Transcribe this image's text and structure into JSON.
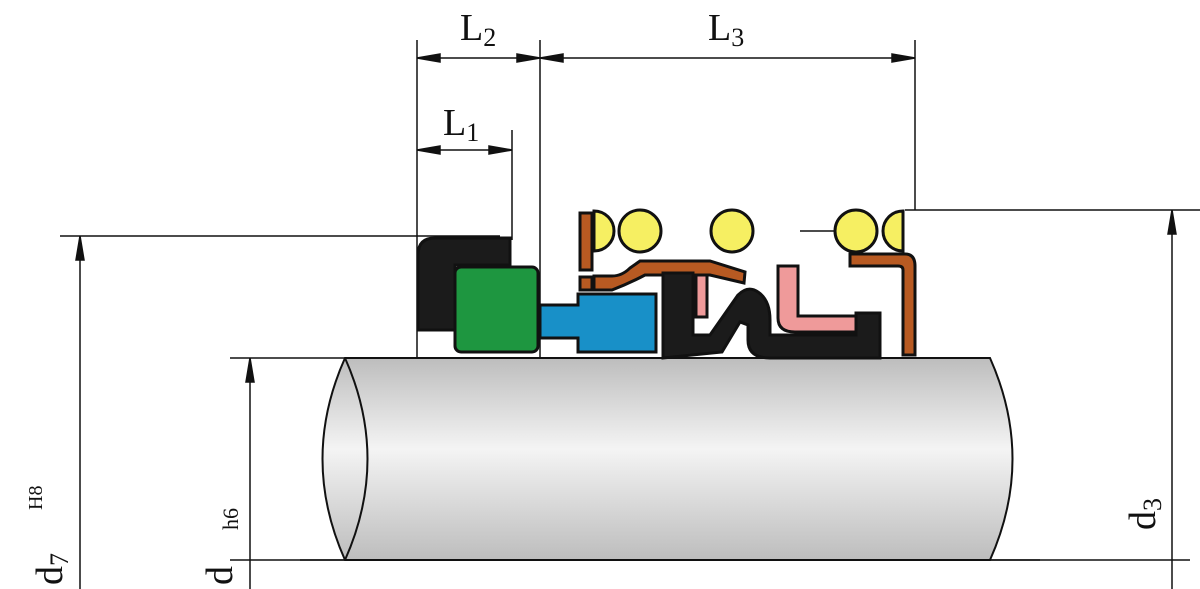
{
  "title": "Mechanical seal cross-section dimension drawing",
  "labels": {
    "L1": {
      "main": "L",
      "sub": "1"
    },
    "L2": {
      "main": "L",
      "sub": "2"
    },
    "L3": {
      "main": "L",
      "sub": "3"
    },
    "d7": {
      "main": "d",
      "sub": "7",
      "tolerance": "H8"
    },
    "d": {
      "main": "d",
      "tolerance": "h6"
    },
    "d3": {
      "main": "d",
      "sub": "3"
    }
  },
  "colors": {
    "elastomer": "#1b1b1b",
    "green_ring": "#1e9640",
    "blue_ring": "#1890c8",
    "copper": "#b85a22",
    "spring": "#f6ef62",
    "pink": "#ef9a9a",
    "shaft": "#d8d8d8"
  }
}
